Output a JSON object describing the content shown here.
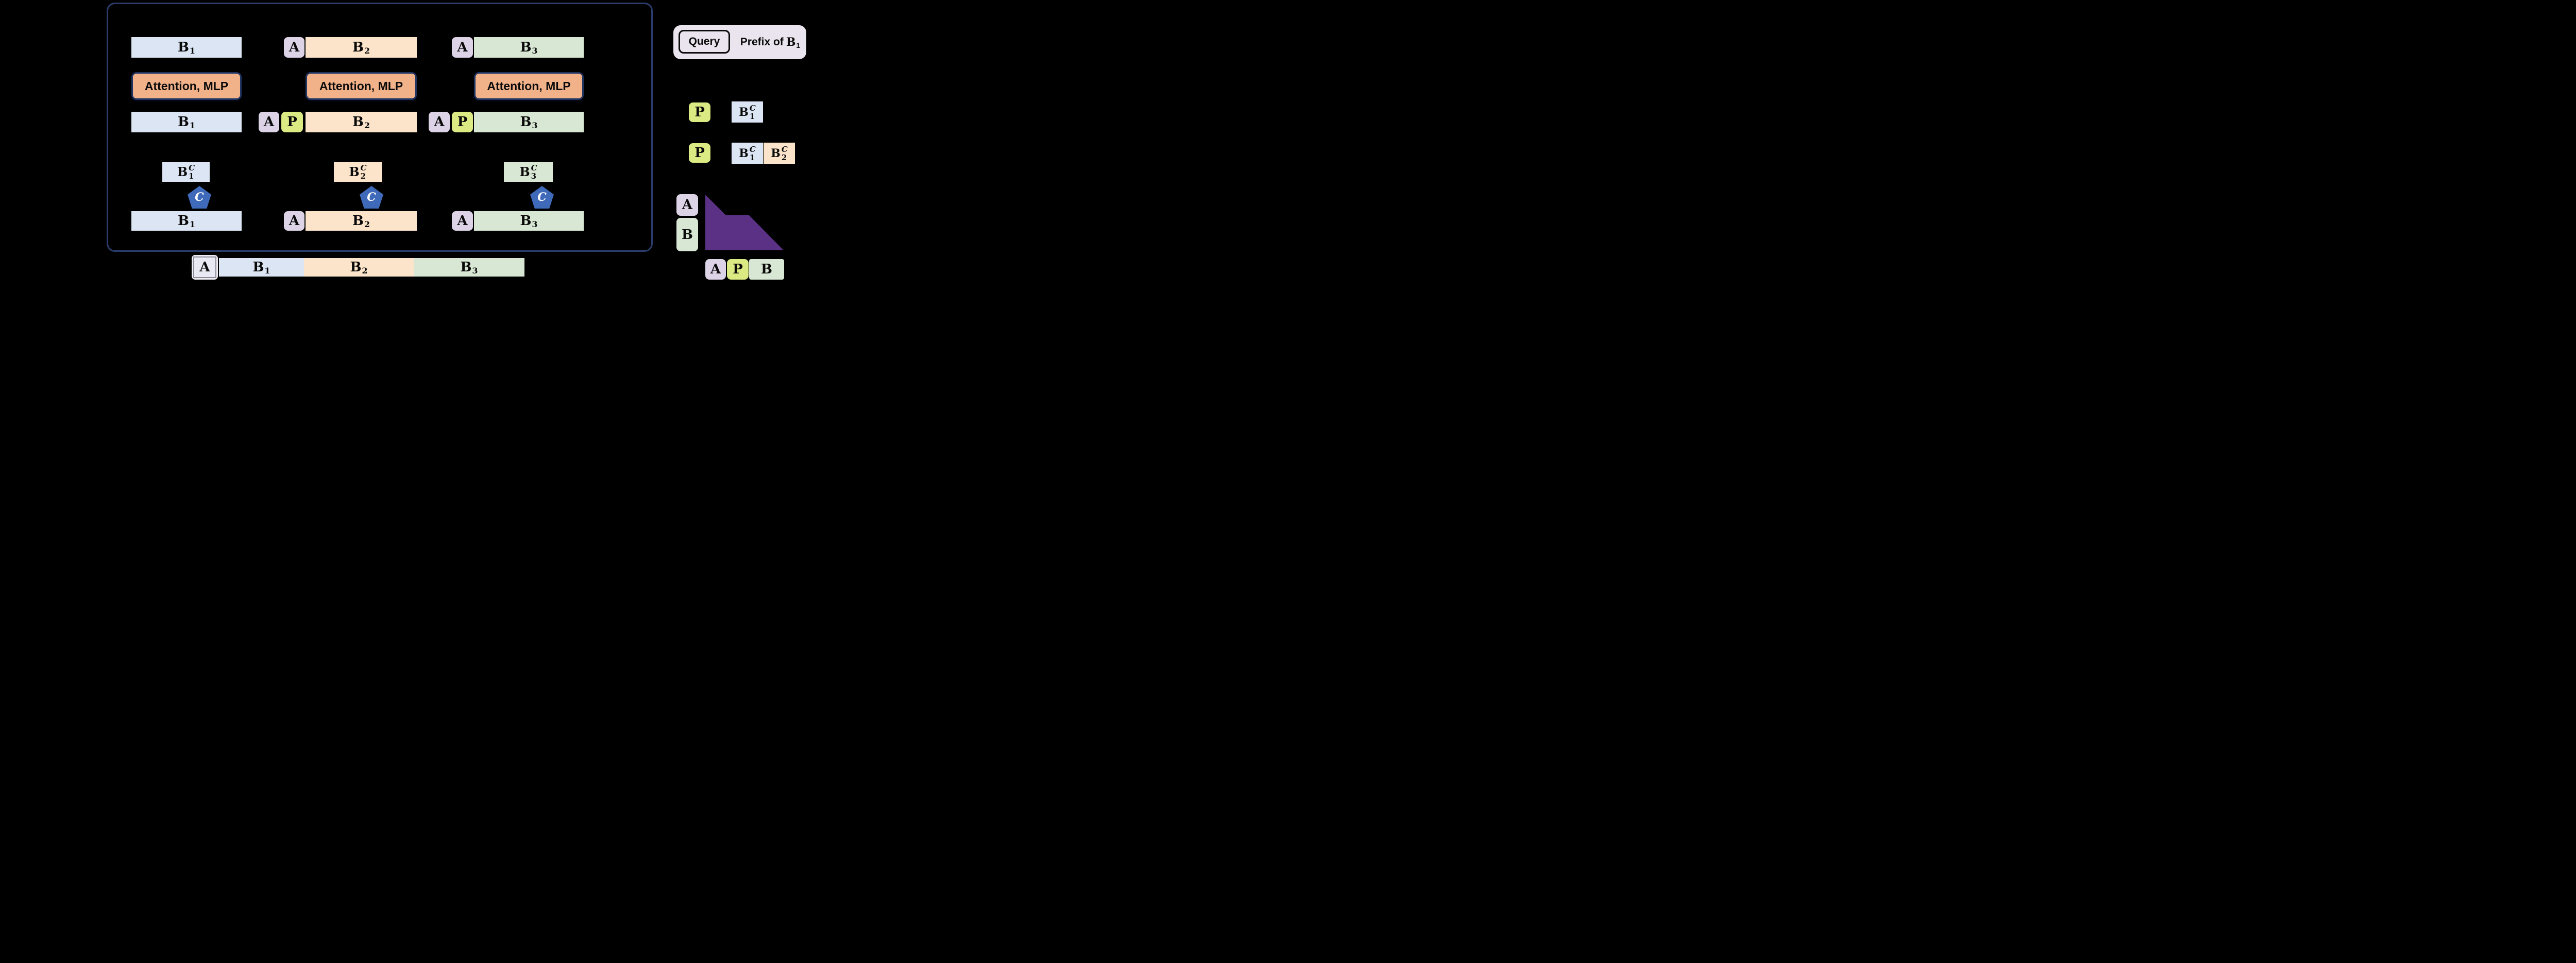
{
  "colors": {
    "background": "#000000",
    "panel_border": "#2b3c6b",
    "anchor_fill": "#dcd3e6",
    "prefix_fill": "#dcea84",
    "block1_fill": "#dbe5f3",
    "block2_fill": "#fce4ca",
    "block3_fill": "#d8e7d4",
    "attention_fill": "#f1b28a",
    "attention_border": "#1f3461",
    "compressor_fill": "#3f69b9",
    "mask_fill": "#5a3184",
    "legend_fill": "#e9e4ed",
    "highlight_outer": "#efecf3",
    "highlight_inner_border": "#8b8b99",
    "text": "#0a0a0a"
  },
  "tokens": {
    "anchor": "A",
    "prefix": "P",
    "block": "B",
    "sup_compress": "C",
    "sub_1": "1",
    "sub_2": "2",
    "sub_3": "3"
  },
  "attention_label": "Attention, MLP",
  "compressor_label": "C",
  "legend": {
    "query_label": "Query",
    "prefix_of_label": "Prefix of",
    "mask_row_labels": [
      "A",
      "B"
    ],
    "mask_key_labels": [
      "A",
      "P",
      "B"
    ]
  }
}
